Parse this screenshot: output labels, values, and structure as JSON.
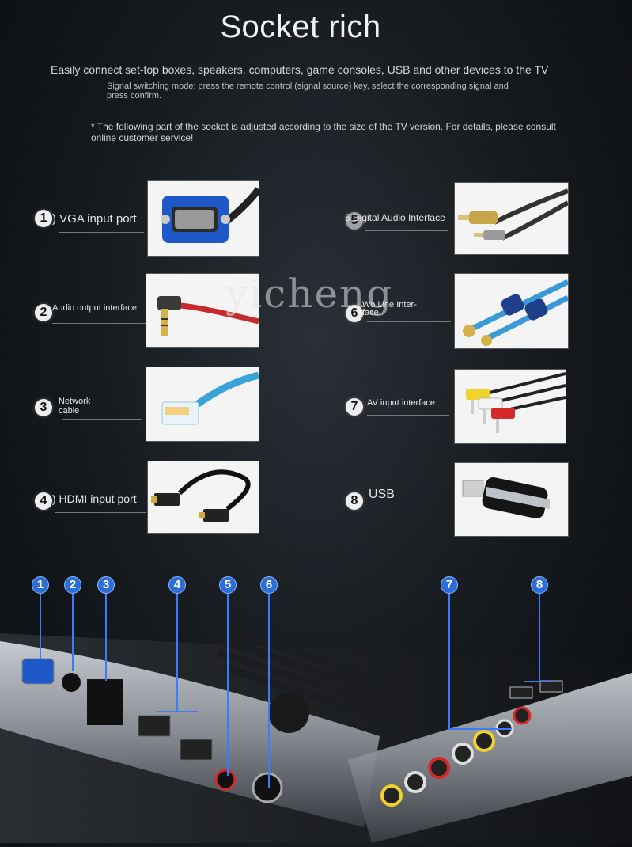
{
  "header": {
    "title": "Socket rich",
    "subtitle": "Easily connect set-top boxes, speakers, computers, game consoles, USB and other devices to the TV",
    "note": "Signal switching mode: press the remote control (signal source) key, select the corresponding signal and press confirm.",
    "note2": "* The following part of the socket is adjusted according to the size of the TV version. For details, please consult online customer service!"
  },
  "watermark": "yicheng",
  "ports_left": [
    {
      "number": "1",
      "label": ") VGA input port"
    },
    {
      "number": "2",
      "label": "Audio output interface"
    },
    {
      "number": "3",
      "label_line1": "Network",
      "label_line2": "cable"
    },
    {
      "number": "4",
      "label": ") HDMI input port"
    }
  ],
  "ports_right": [
    {
      "number": "5",
      "label": "5 Digital Audio Interface"
    },
    {
      "number": "6",
      "label_line1": "Wo Line Inter-",
      "label_line2": "face"
    },
    {
      "number": "7",
      "label": "AV input interface"
    },
    {
      "number": "8",
      "label": "USB"
    }
  ],
  "tv_markers": [
    "1",
    "2",
    "3",
    "4",
    "5",
    "6",
    "7",
    "8"
  ],
  "colors": {
    "marker_blue": "#2c6ed8",
    "line_blue": "#3b7cff",
    "vga_blue": "#1f58c8"
  }
}
